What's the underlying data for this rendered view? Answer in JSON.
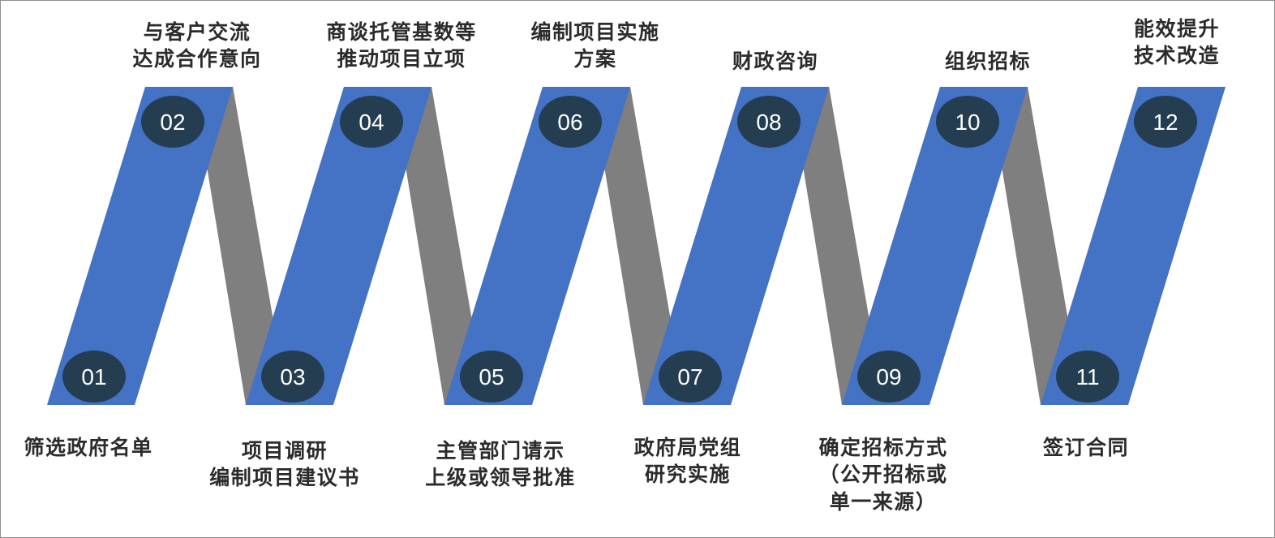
{
  "colors": {
    "blue_band": "#4472C4",
    "gray_band": "#7F7F7F",
    "badge": "#253D50",
    "badge_text": "#FFFFFF",
    "label_text": "#2B2B2B"
  },
  "steps": [
    {
      "number": "01",
      "lines": [
        "筛选政府名单"
      ]
    },
    {
      "number": "02",
      "lines": [
        "与客户交流",
        "达成合作意向"
      ]
    },
    {
      "number": "03",
      "lines": [
        "项目调研",
        "编制项目建议书"
      ]
    },
    {
      "number": "04",
      "lines": [
        "商谈托管基数等",
        "推动项目立项"
      ]
    },
    {
      "number": "05",
      "lines": [
        "主管部门请示",
        "上级或领导批准"
      ]
    },
    {
      "number": "06",
      "lines": [
        "编制项目实施",
        "方案"
      ]
    },
    {
      "number": "07",
      "lines": [
        "政府局党组",
        "研究实施"
      ]
    },
    {
      "number": "08",
      "lines": [
        "财政咨询"
      ]
    },
    {
      "number": "09",
      "lines": [
        "确定招标方式",
        "（公开招标或",
        "单一来源）"
      ]
    },
    {
      "number": "10",
      "lines": [
        "组织招标"
      ]
    },
    {
      "number": "11",
      "lines": [
        "签订合同"
      ]
    },
    {
      "number": "12",
      "lines": [
        "能效提升",
        "技术改造"
      ]
    }
  ]
}
